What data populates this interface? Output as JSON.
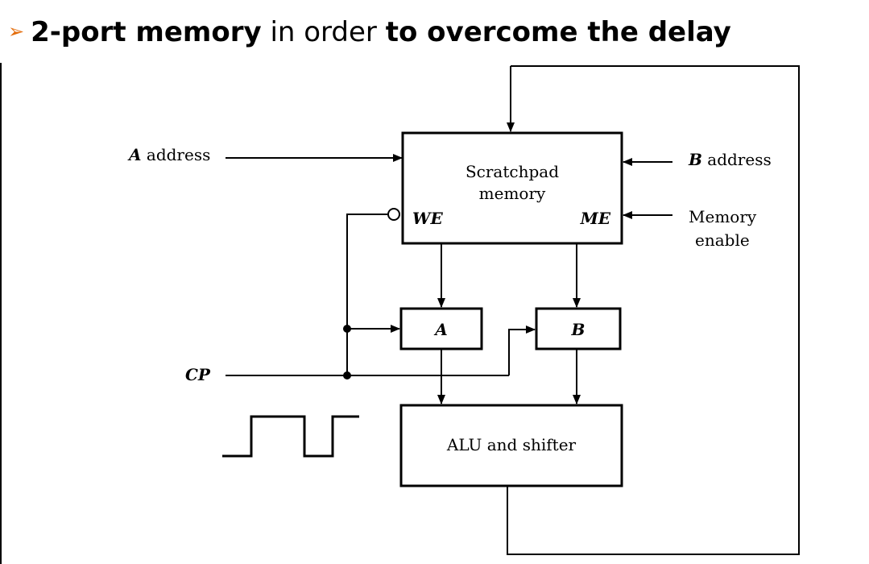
{
  "title": {
    "bullet": "➢",
    "part1": "2-port memory",
    "part2": " in order ",
    "part3": "to overcome the delay"
  },
  "diagram": {
    "scratchpad_line1": "Scratchpad",
    "scratchpad_line2": "memory",
    "we": "WE",
    "me": "ME",
    "reg_a": "A",
    "reg_b": "B",
    "alu": "ALU and shifter",
    "a_address_letter": "A",
    "a_address_word": " address",
    "b_address_letter": "B",
    "b_address_word": " address",
    "memory_enable_line1": "Memory",
    "memory_enable_line2": "enable",
    "cp": "CP"
  },
  "colors": {
    "bullet": "#e36c0a",
    "ink": "#000000"
  }
}
